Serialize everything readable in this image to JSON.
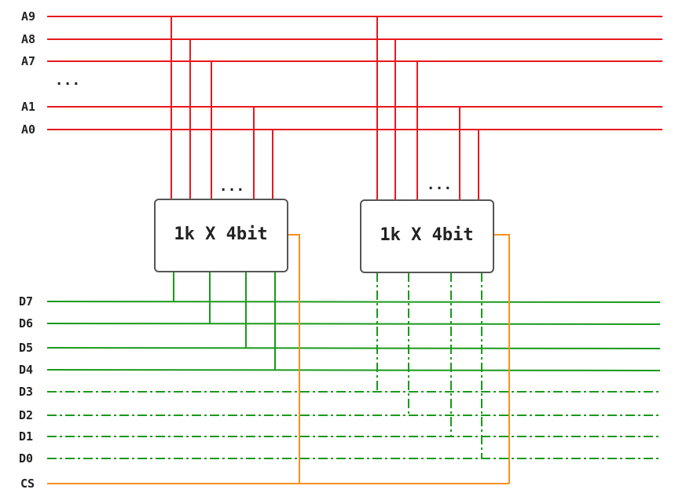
{
  "address_bus": {
    "labels": [
      "A9",
      "A8",
      "A7",
      "A1",
      "A0"
    ],
    "gap_ellipsis": "..."
  },
  "chips": [
    {
      "label": "1k X 4bit",
      "pin_ellipsis": "..."
    },
    {
      "label": "1k X 4bit",
      "pin_ellipsis": "..."
    }
  ],
  "data_bus": {
    "labels": [
      "D7",
      "D6",
      "D5",
      "D4",
      "D3",
      "D2",
      "D1",
      "D0"
    ]
  },
  "chip_select": {
    "label": "CS"
  },
  "colors": {
    "address": "#e8191e",
    "data": "#1a9a1a",
    "chip_select": "#f7901e",
    "chip_border": "#555555",
    "text": "#222222"
  }
}
